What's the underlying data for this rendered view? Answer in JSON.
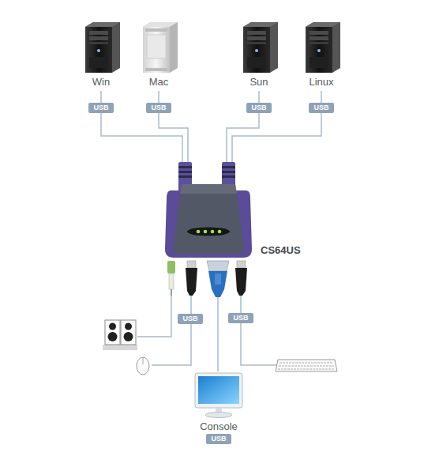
{
  "diagram": {
    "nodes": [
      {
        "text": [
          "Win"
        ]
      },
      {
        "text": [
          "Mac"
        ]
      },
      {
        "text": [
          "Sun"
        ]
      },
      {
        "text": [
          "Linux"
        ]
      },
      {
        "text": [
          "CS64US"
        ]
      },
      {
        "text": [
          "Console"
        ]
      }
    ],
    "edges": [
      {
        "from": 0,
        "to": 4,
        "label": "USB",
        "arrow": "none"
      },
      {
        "from": 1,
        "to": 4,
        "label": "USB",
        "arrow": "none"
      },
      {
        "from": 2,
        "to": 4,
        "label": "USB",
        "arrow": "none"
      },
      {
        "from": 3,
        "to": 4,
        "label": "USB",
        "arrow": "none"
      },
      {
        "from": 4,
        "to": 5,
        "arrow": "none"
      }
    ],
    "labels": [
      "USB",
      "USB",
      "USB"
    ]
  }
}
